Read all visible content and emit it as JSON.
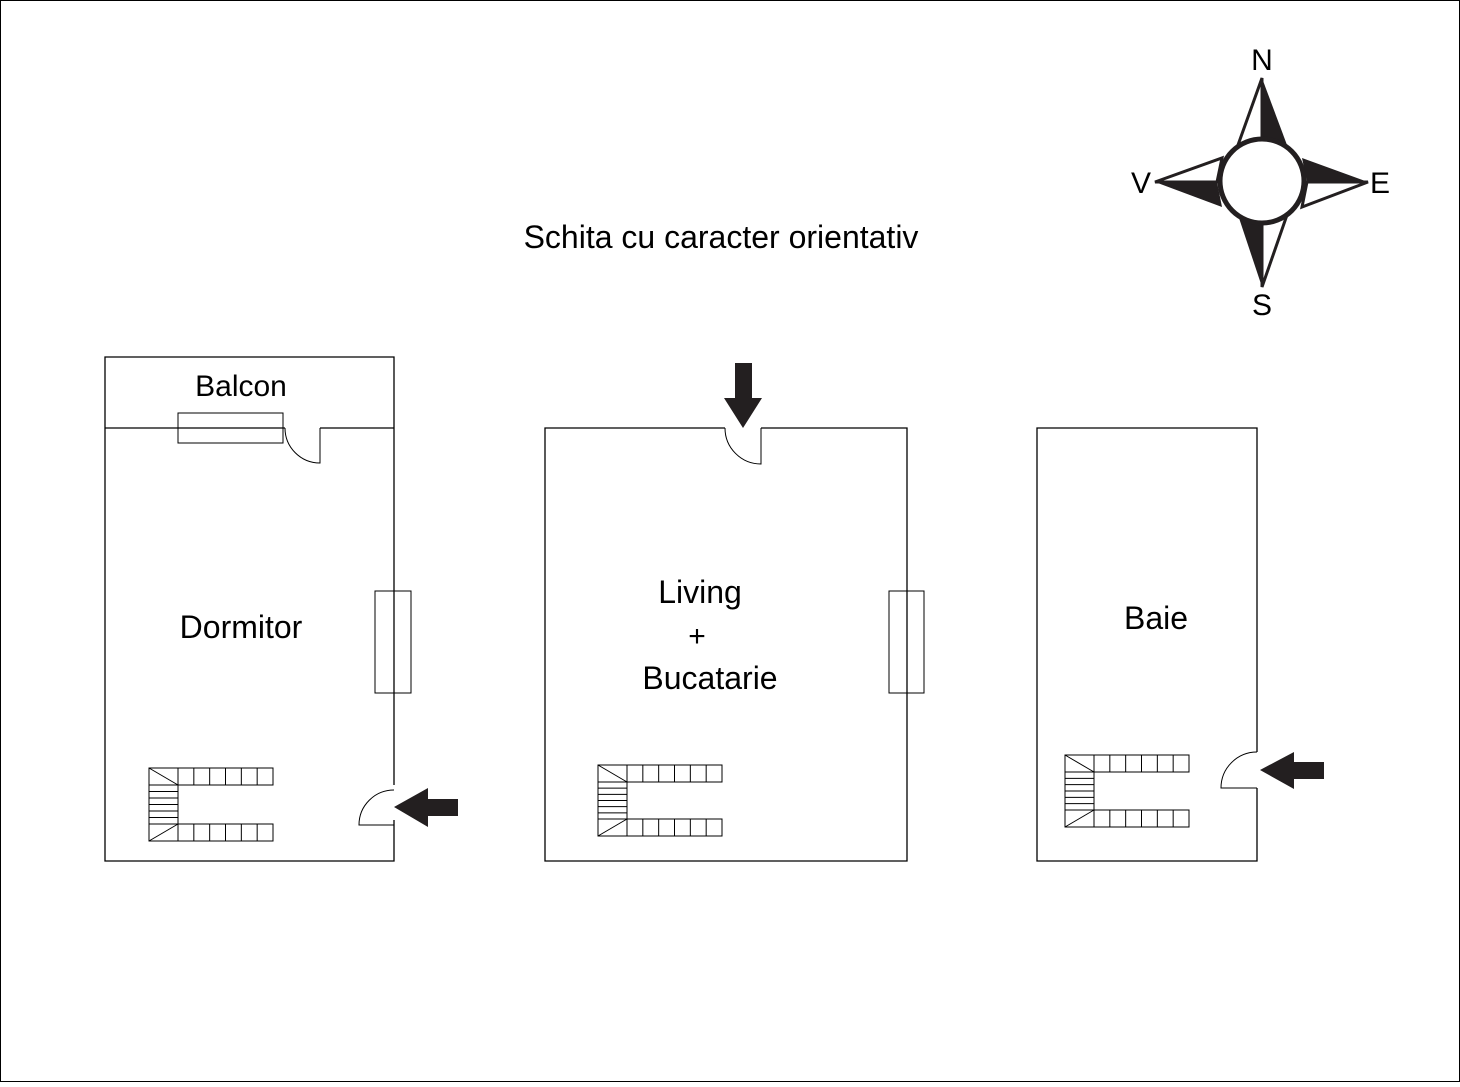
{
  "title": "Schita cu caracter orientativ",
  "compass": {
    "north": "N",
    "east": "E",
    "south": "S",
    "west": "V"
  },
  "rooms": {
    "dormitor": {
      "label": "Dormitor",
      "balcony_label": "Balcon"
    },
    "living": {
      "label_line1": "Living",
      "label_line2": "+",
      "label_line3": "Bucatarie"
    },
    "baie": {
      "label": "Baie"
    }
  },
  "colors": {
    "ink": "#231f20",
    "background": "#ffffff"
  }
}
